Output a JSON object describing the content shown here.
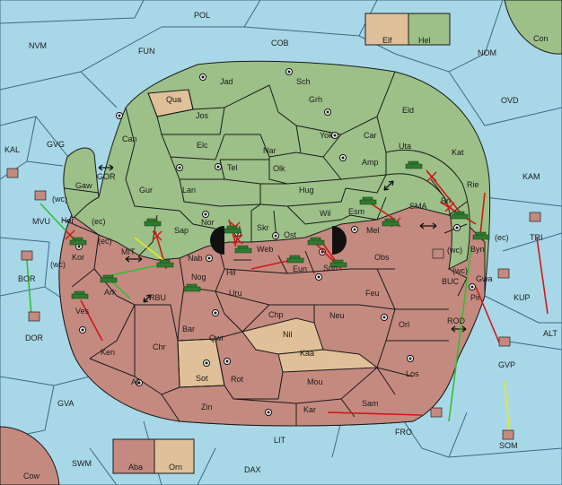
{
  "colors": {
    "sea": "#a8d8e8",
    "green": "#9cc088",
    "red": "#c48a80",
    "tan": "#e0c098",
    "order_red": "#d01818",
    "order_green": "#30c030",
    "order_yellow": "#e8e820"
  },
  "legend_top": {
    "left": "Elf",
    "right": "Hel"
  },
  "legend_bottom": {
    "left": "Aba",
    "right": "Orn"
  },
  "sea_labels": [
    "POL",
    "NVM",
    "FUN",
    "COB",
    "NOM",
    "Con",
    "OVD",
    "KAL",
    "GVG",
    "GOR",
    "MIT",
    "MVU",
    "(wc)",
    "(ec)",
    "BOR",
    "DOR",
    "RBU",
    "SMA",
    "KAM",
    "TRI",
    "BUC",
    "KUP",
    "ROD",
    "ALT",
    "GVP",
    "GVA",
    "FRO",
    "SOM",
    "LIT",
    "SWM",
    "DAX",
    "Cow"
  ],
  "land_labels": [
    "Jad",
    "Sch",
    "Qua",
    "Jos",
    "Grh",
    "Eld",
    "Can",
    "Yok",
    "Car",
    "Uta",
    "Elc",
    "Nar",
    "Amp",
    "Kat",
    "Tel",
    "Olk",
    "Gaw",
    "Gur",
    "Lan",
    "Hug",
    "Rie",
    "Esm",
    "Bri",
    "Her",
    "Wil",
    "Sap",
    "Nor",
    "Skr",
    "Ost",
    "Mel",
    "Byn",
    "Kor",
    "Web",
    "Nab",
    "Eun",
    "Sun",
    "Obs",
    "Hil",
    "Gwa",
    "Nog",
    "Ark",
    "Uru",
    "Feu",
    "Pir",
    "Ves",
    "Chp",
    "Neu",
    "Bar",
    "Qwi",
    "Orl",
    "Nil",
    "Ken",
    "Chr",
    "Kaa",
    "Sot",
    "Rot",
    "Los",
    "Ail",
    "Mou",
    "Zin",
    "Kar",
    "Sam"
  ]
}
